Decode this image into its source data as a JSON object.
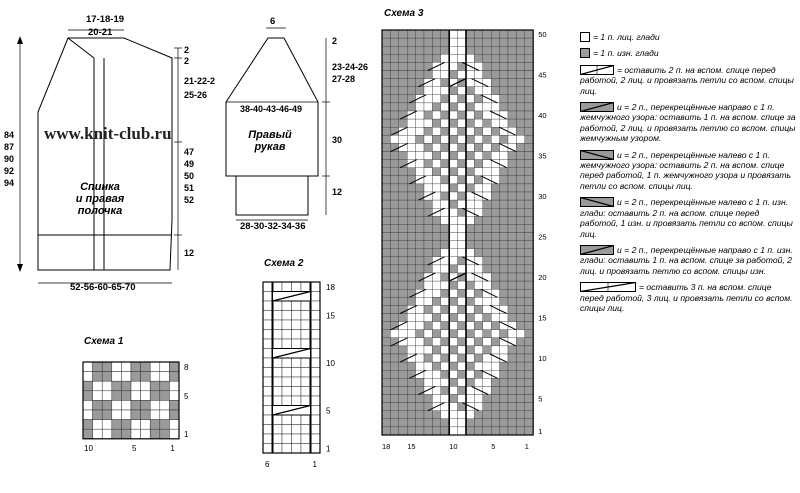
{
  "watermark": "www.knit-club.ru",
  "back": {
    "label": "Спинка\nи правая\nполочка",
    "top_width": "17-18-19",
    "neck_width": "20-21",
    "shoulder_step1": "2",
    "shoulder_step2": "2",
    "armhole_height": "21-22-2",
    "armhole_height2": "25-26",
    "total_height": [
      "84",
      "87",
      "90",
      "92",
      "94"
    ],
    "side_heights": [
      "47",
      "49",
      "50",
      "51",
      "52"
    ],
    "rib_height": "12",
    "bottom_width": "52-56-60-65-70"
  },
  "sleeve": {
    "label": "Правый\nрукав",
    "top": "6",
    "top_step": "2",
    "raglan": "23-24-26",
    "raglan2": "27-28",
    "width": "38-40-43-46-49",
    "length": "30",
    "cuff": "12",
    "bottom": "28-30-32-34-36"
  },
  "scheme1": {
    "title": "Схема 1",
    "row_labels": [
      "8",
      "5",
      "1"
    ],
    "col_labels": [
      "10",
      "5",
      "1"
    ]
  },
  "scheme2": {
    "title": "Схема 2",
    "row_labels": [
      "18",
      "15",
      "10",
      "5",
      "1"
    ],
    "col_labels": [
      "6",
      "1"
    ]
  },
  "scheme3": {
    "title": "Схема 3",
    "row_labels": [
      "50",
      "45",
      "40",
      "35",
      "30",
      "25",
      "20",
      "15",
      "10",
      "5",
      "1"
    ],
    "col_labels": [
      "18",
      "15",
      "10",
      "5",
      "1"
    ]
  },
  "legend": [
    {
      "icon": "knit-stitch-icon",
      "text": "= 1 п. лиц. глади"
    },
    {
      "icon": "purl-stitch-icon",
      "text": "= 1 п. изн. глади"
    },
    {
      "icon": "cable-back-2-2-icon",
      "text": "= оставить 2 п. на вспом. спице перед работой, 2 лиц. и провязать петли со вспом. спицы лиц."
    },
    {
      "icon": "cross-right-moss-icon",
      "text": "и        = 2 п., перекрещённые направо с 1 п. жемчужного узора: оставить 1 п. на вспом. спице за работой, 2 лиц. и провязать петлю со вспом. спицы жемчужным узором."
    },
    {
      "icon": "cross-left-moss-icon",
      "text": "и        = 2 п., перекрещённые налево с 1 п. жемчужного узора: оставить 2 п. на вспом. спице перед работой, 1 п. жемчужного узора и провязать петли со вспом. спицы лиц."
    },
    {
      "icon": "cross-left-purl-icon",
      "text": "и        = 2 п., перекрещённые налево с 1 п. изн. глади: оставить 2 п. на вспом. спице перед работой, 1 изн. и провязать петли со вспом. спицы лиц."
    },
    {
      "icon": "cross-right-purl-icon",
      "text": "и        = 2 п., перекрещённые направо с 1 п. изн. глади: оставить 1 п. на вспом. спице за работой, 2 лиц. и провязать петлю со вспом. спицы изн."
    },
    {
      "icon": "cable-back-3-3-icon",
      "text": "= оставить 3 п. на вспом. спице перед работой, 3 лиц. и провязать петли со вспом. спицы лиц."
    }
  ]
}
